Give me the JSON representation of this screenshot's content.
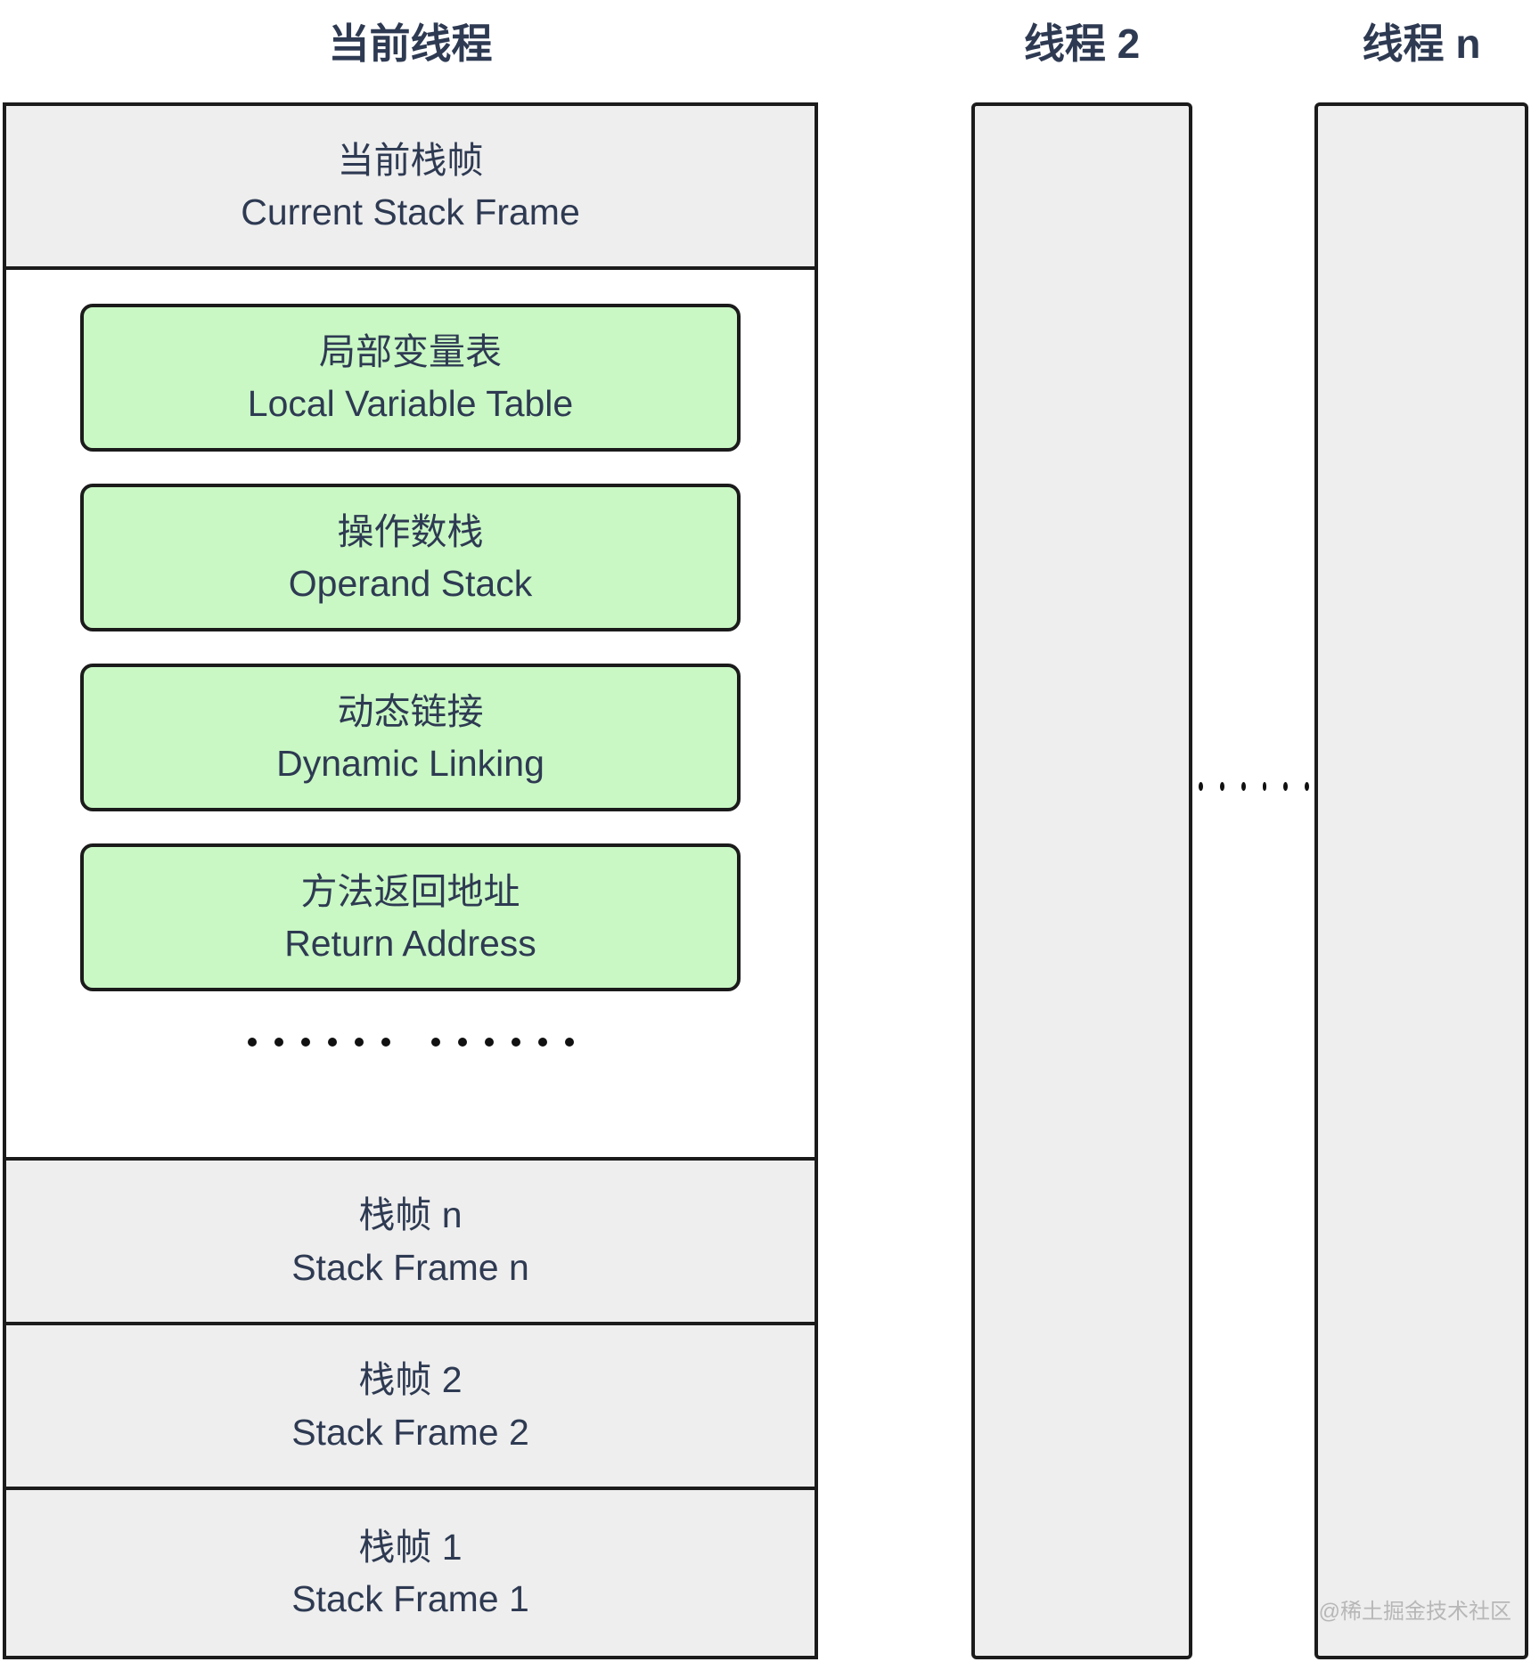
{
  "columns": {
    "current_thread_header": "当前线程",
    "thread2_header": "线程 2",
    "threadn_header": "线程 n"
  },
  "current_stack": {
    "current_frame": {
      "cn": "当前栈帧",
      "en": "Current Stack Frame"
    },
    "frame_components": [
      {
        "cn": "局部变量表",
        "en": "Local Variable Table"
      },
      {
        "cn": "操作数栈",
        "en": "Operand Stack"
      },
      {
        "cn": "动态链接",
        "en": "Dynamic Linking"
      },
      {
        "cn": "方法返回地址",
        "en": "Return Address"
      }
    ],
    "frames": [
      {
        "cn": "栈帧 n",
        "en": "Stack Frame n"
      },
      {
        "cn": "栈帧 2",
        "en": "Stack Frame 2"
      },
      {
        "cn": "栈帧 1",
        "en": "Stack Frame 1"
      }
    ]
  },
  "ellipsis": {
    "frame_detail_dots": "…… ……",
    "frame_detail_group_count": 6,
    "frame_detail_groups": 2,
    "threads_dots": "……",
    "threads_dot_count": 6
  },
  "watermark": "@稀土掘金技术社区",
  "colors": {
    "frame_fill": "#eeeeee",
    "component_fill": "#c9f8c4",
    "border": "#1b1b1b",
    "text": "#2e3a52",
    "watermark_text": "#b7b7b7",
    "background": "#ffffff"
  }
}
